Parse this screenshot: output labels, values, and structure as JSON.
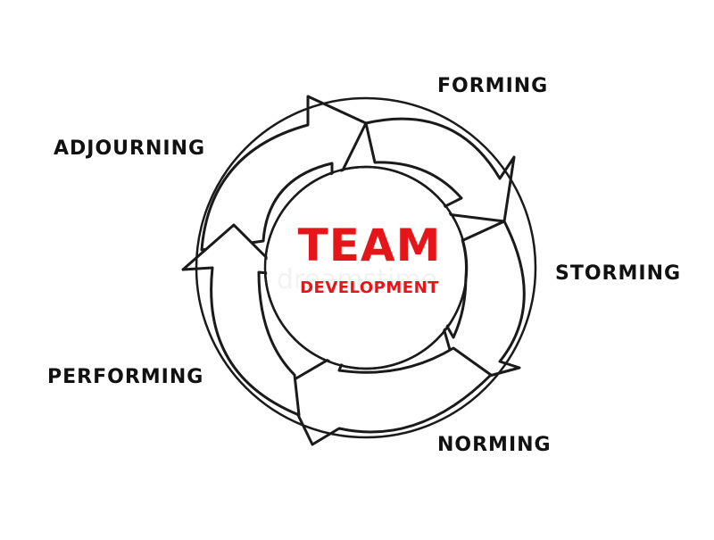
{
  "center": {
    "title": "TEAM",
    "subtitle": "DEVELOPMENT",
    "color": "#e5161a"
  },
  "stages": {
    "forming": "FORMING",
    "storming": "STORMING",
    "norming": "NORMING",
    "performing": "PERFORMING",
    "adjourning": "ADJOURNING"
  },
  "watermark": "dreamstime",
  "colors": {
    "stroke": "#1a1a1a",
    "label": "#111111",
    "background": "#ffffff"
  }
}
